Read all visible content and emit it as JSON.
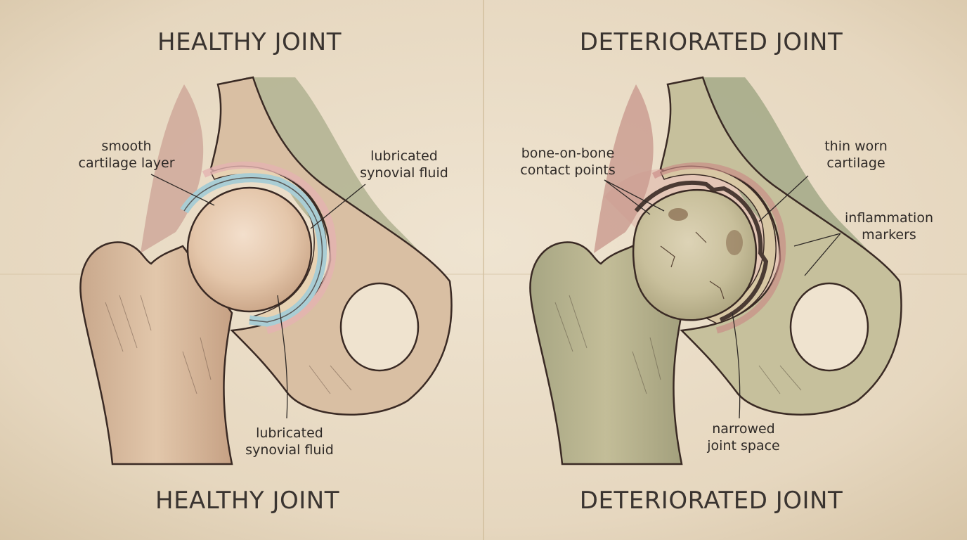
{
  "headings": {
    "healthy_top": "HEALTHY JOINT",
    "deteriorated_top": "DETERIORATED JOINT",
    "healthy_bottom": "HEALTHY JOINT",
    "deteriorated_bottom": "DETERIORATED JOINT"
  },
  "healthy_labels": {
    "smooth_cartilage": [
      "smooth",
      "cartilage layer"
    ],
    "synovial_fluid_upper": [
      "lubricated",
      "synovial fluid"
    ],
    "synovial_fluid_lower": [
      "lubricated",
      "synovial fluid"
    ]
  },
  "deteriorated_labels": {
    "bone_contact": [
      "bone-on-bone",
      "contact points"
    ],
    "thin_cartilage": [
      "thin worn",
      "cartilage"
    ],
    "inflammation": [
      "inflammation",
      "markers"
    ],
    "narrowed_space": [
      "narrowed",
      "joint space"
    ]
  },
  "colors": {
    "paper": "#e9dcc6",
    "bone_healthy": "#ddc2a6",
    "cartilage_healthy": "#a9cdd4",
    "bone_deteriorated": "#b4b38d",
    "inflammation": "#c98a86",
    "muscle": "#c9a698",
    "muscle_green": "#a8ae8c",
    "ink": "#3a2a24"
  }
}
